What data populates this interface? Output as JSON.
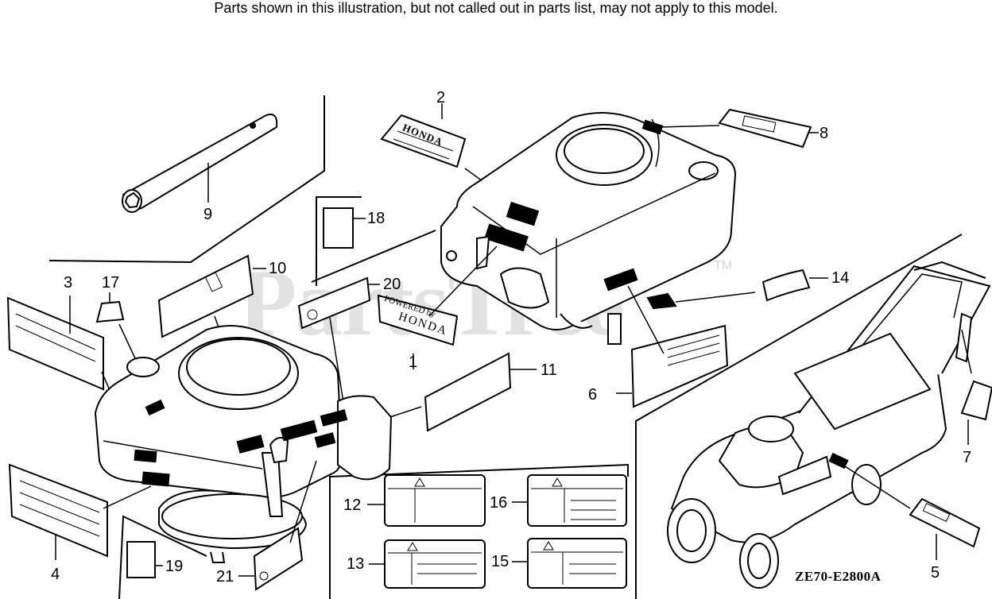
{
  "header_note": "Parts shown in this illustration, but not called out in parts list, may not apply to this model.",
  "diagram_code": "ZE70-E2800A",
  "watermark": "PartsTree",
  "trademark": "TM",
  "decal_text": {
    "honda_logo_words": "HONDA",
    "powered_by": "POWERED by",
    "honda_brand": "HONDA"
  },
  "callouts": [
    {
      "id": "c1",
      "label": "1"
    },
    {
      "id": "c2",
      "label": "2"
    },
    {
      "id": "c3",
      "label": "3"
    },
    {
      "id": "c4",
      "label": "4"
    },
    {
      "id": "c5",
      "label": "5"
    },
    {
      "id": "c6",
      "label": "6"
    },
    {
      "id": "c7",
      "label": "7"
    },
    {
      "id": "c8",
      "label": "8"
    },
    {
      "id": "c9",
      "label": "9"
    },
    {
      "id": "c10",
      "label": "10"
    },
    {
      "id": "c11",
      "label": "11"
    },
    {
      "id": "c12",
      "label": "12"
    },
    {
      "id": "c13",
      "label": "13"
    },
    {
      "id": "c14",
      "label": "14"
    },
    {
      "id": "c15",
      "label": "15"
    },
    {
      "id": "c16",
      "label": "16"
    },
    {
      "id": "c17",
      "label": "17"
    },
    {
      "id": "c18",
      "label": "18"
    },
    {
      "id": "c19",
      "label": "19"
    },
    {
      "id": "c20",
      "label": "20"
    },
    {
      "id": "c21",
      "label": "21"
    }
  ]
}
